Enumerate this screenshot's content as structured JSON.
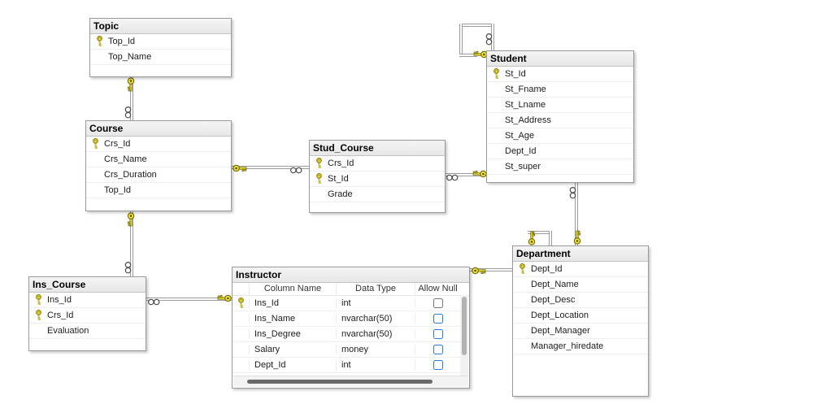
{
  "tables": {
    "topic": {
      "title": "Topic",
      "columns": [
        {
          "name": "Top_Id",
          "key": true
        },
        {
          "name": "Top_Name",
          "key": false
        }
      ]
    },
    "course": {
      "title": "Course",
      "columns": [
        {
          "name": "Crs_Id",
          "key": true
        },
        {
          "name": "Crs_Name",
          "key": false
        },
        {
          "name": "Crs_Duration",
          "key": false
        },
        {
          "name": "Top_Id",
          "key": false
        }
      ]
    },
    "stud_course": {
      "title": "Stud_Course",
      "columns": [
        {
          "name": "Crs_Id",
          "key": true
        },
        {
          "name": "St_Id",
          "key": true
        },
        {
          "name": "Grade",
          "key": false
        }
      ]
    },
    "student": {
      "title": "Student",
      "columns": [
        {
          "name": "St_Id",
          "key": true
        },
        {
          "name": "St_Fname",
          "key": false
        },
        {
          "name": "St_Lname",
          "key": false
        },
        {
          "name": "St_Address",
          "key": false
        },
        {
          "name": "St_Age",
          "key": false
        },
        {
          "name": "Dept_Id",
          "key": false
        },
        {
          "name": "St_super",
          "key": false
        }
      ]
    },
    "ins_course": {
      "title": "Ins_Course",
      "columns": [
        {
          "name": "Ins_Id",
          "key": true
        },
        {
          "name": "Crs_Id",
          "key": true
        },
        {
          "name": "Evaluation",
          "key": false
        }
      ]
    },
    "department": {
      "title": "Department",
      "columns": [
        {
          "name": "Dept_Id",
          "key": true
        },
        {
          "name": "Dept_Name",
          "key": false
        },
        {
          "name": "Dept_Desc",
          "key": false
        },
        {
          "name": "Dept_Location",
          "key": false
        },
        {
          "name": "Dept_Manager",
          "key": false
        },
        {
          "name": "Manager_hiredate",
          "key": false
        }
      ]
    },
    "instructor": {
      "title": "Instructor",
      "grid_headers": {
        "column_name": "Column Name",
        "data_type": "Data Type",
        "allow_nulls": "Allow Null"
      },
      "rows": [
        {
          "name": "Ins_Id",
          "type": "int",
          "nullable": false,
          "key": true
        },
        {
          "name": "Ins_Name",
          "type": "nvarchar(50)",
          "nullable": true,
          "key": false
        },
        {
          "name": "Ins_Degree",
          "type": "nvarchar(50)",
          "nullable": true,
          "key": false
        },
        {
          "name": "Salary",
          "type": "money",
          "nullable": true,
          "key": false
        },
        {
          "name": "Dept_Id",
          "type": "int",
          "nullable": true,
          "key": false
        }
      ]
    }
  },
  "icons": {
    "primary_key": "key-icon",
    "many_end": "infinity-icon"
  },
  "colors": {
    "key_gold": "#f0e23a",
    "key_outline": "#6f6600",
    "checkbox_checked": "#2b7cd3",
    "line_gray": "#9b9b9b",
    "header_bg": "#ececec"
  }
}
